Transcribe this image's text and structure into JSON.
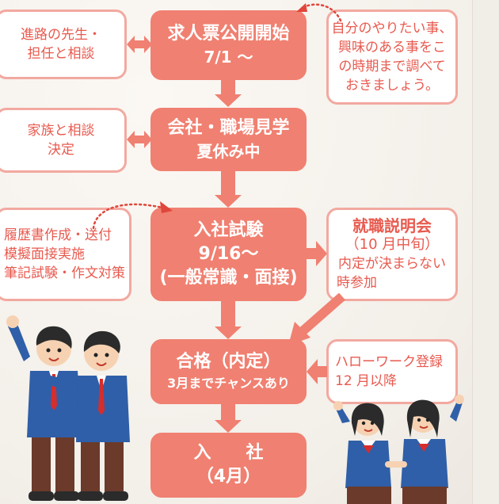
{
  "flow": {
    "step1": {
      "line1": "求人票公開開始",
      "line2": "7/1 ～"
    },
    "step2": {
      "line1": "会社・職場見学",
      "line2": "夏休み中"
    },
    "step3": {
      "line1": "入社試験",
      "line2": "9/16～",
      "line3": "(一般常識・面接)"
    },
    "step4": {
      "line1": "合格（内定）",
      "line2": "3月までチャンスあり"
    },
    "step5": {
      "line1": "入　　社",
      "line2": "（4月）"
    }
  },
  "side_left": {
    "consult_teacher": {
      "line1": "進路の先生・",
      "line2": "担任と相談"
    },
    "consult_family": {
      "line1": "家族と相談",
      "line2": "決定"
    },
    "prep": {
      "line1": "履歴書作成・送付",
      "line2": "模擬面接実施",
      "line3": "筆記試験・作文対策"
    }
  },
  "side_right": {
    "research": {
      "line1": "自分のやりたい事、",
      "line2": "興味のある事をこ",
      "line3": "の時期まで調べて",
      "line4": "おきましょう。"
    },
    "info_session": {
      "line1": "就職説明会",
      "line2": "（10 月中旬）",
      "line3": "内定が決まらない",
      "line4": "時参加"
    },
    "hellowork": {
      "line1": "ハローワーク登録",
      "line2": "12 月以降"
    }
  },
  "colors": {
    "accent": "#f08071",
    "border": "#f2a9a0",
    "text": "#e85a4f",
    "blazer": "#2f5fa8"
  }
}
